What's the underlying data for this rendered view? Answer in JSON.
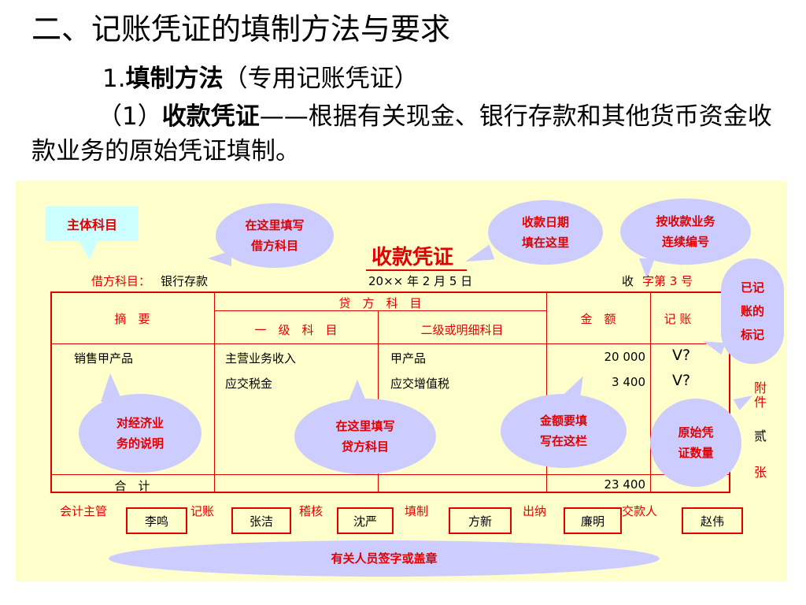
{
  "heading": {
    "title": "二、记账凭证的填制方法与要求",
    "sub_num": "1.",
    "sub_bold": "填制方法",
    "sub_rest": "（专用记账凭证）",
    "para_num": "（1）",
    "para_bold": "收款凭证",
    "para_rest": "——根据有关现金、银行存款和其他货币资金收款业务的原始凭证填制。"
  },
  "voucher": {
    "title": "收款凭证",
    "debit_label": "借方科目：",
    "debit_value": "银行存款",
    "date_text": "20×× 年 2 月 5 日",
    "number_prefix": "收",
    "number_text": "字第 3 号",
    "headers": {
      "summary": "摘　要",
      "credit": "贷　方　科　目",
      "level1": "一　级　科　目",
      "level2": "二级或明细科目",
      "amount": "金　额",
      "posted": "记 账"
    },
    "rows": [
      {
        "summary": "销售甲产品",
        "level1": "主营业务收入",
        "level2": "甲产品",
        "amount": "20 000",
        "posted": "V?"
      },
      {
        "summary": "",
        "level1": "应交税金",
        "level2": "应交增值税",
        "amount": "3 400",
        "posted": "V?"
      }
    ],
    "total_label": "合　计",
    "total_amount": "23 400",
    "attachment": {
      "label1": "附",
      "label2": "件",
      "count": "贰",
      "unit": "张"
    },
    "signatures": [
      {
        "role": "会计主管",
        "name": "李鸣"
      },
      {
        "role": "记账",
        "name": "张洁"
      },
      {
        "role": "稽核",
        "name": "沈严"
      },
      {
        "role": "填制",
        "name": "方新"
      },
      {
        "role": "出纳",
        "name": "廉明"
      },
      {
        "role": "交款人",
        "name": "赵伟"
      }
    ]
  },
  "callouts": {
    "main_subject": "主体科目",
    "debit_fill_1": "在这里填写",
    "debit_fill_2": "借方科目",
    "date_1": "收款日期",
    "date_2": "填在这里",
    "serial_1": "按收款业务",
    "serial_2": "连续编号",
    "posted_1": "已记",
    "posted_2": "账的",
    "posted_3": "标记",
    "desc_1": "对经济业",
    "desc_2": "务的说明",
    "credit_fill_1": "在这里填写",
    "credit_fill_2": "贷方科目",
    "amount_1": "金额要填",
    "amount_2": "写在这栏",
    "source_1": "原始凭",
    "source_2": "证数量",
    "sign": "有关人员签字或盖章"
  },
  "colors": {
    "red": "#e00000",
    "panel": "#ffffcc",
    "bubble": "#ccccff",
    "label_bubble": "#ccffff"
  }
}
